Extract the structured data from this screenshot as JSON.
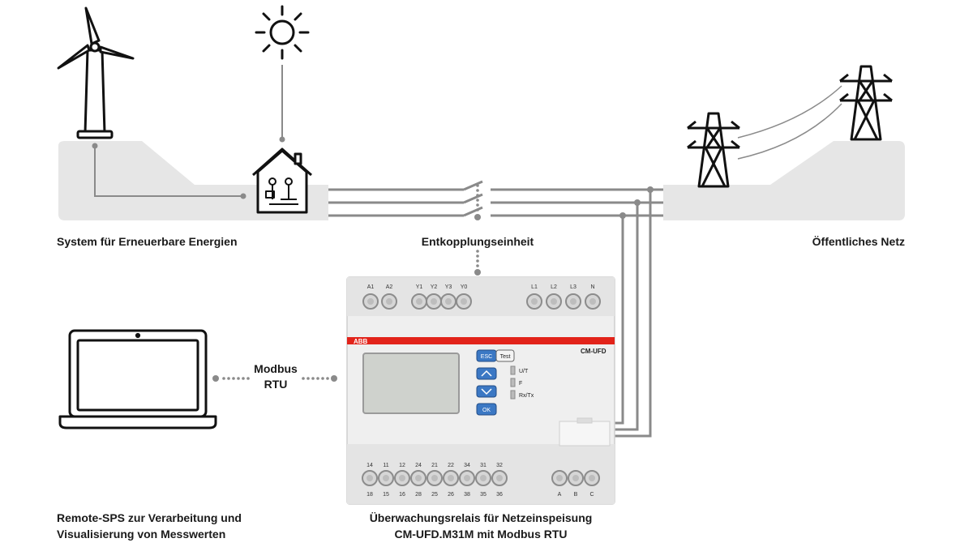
{
  "labels": {
    "renewable_system": "System für Erneuerbare Energien",
    "decoupling_unit": "Entkopplungseinheit",
    "public_grid": "Öffentliches Netz",
    "protocol_line1": "Modbus",
    "protocol_line2": "RTU",
    "plc_line1": "Remote-SPS zur Verarbeitung und",
    "plc_line2": "Visualisierung von Messwerten",
    "relay_line1": "Überwachungsrelais für Netzeinspeisung",
    "relay_line2": "CM-UFD.M31M mit Modbus RTU"
  },
  "device": {
    "brand": "ABB",
    "model": "CM-UFD",
    "top_terminals": [
      "A1",
      "A2",
      "Y1",
      "Y2",
      "Y3",
      "Y0",
      "L1",
      "L2",
      "L3",
      "N"
    ],
    "bottom_terminals_top_row": [
      "14",
      "11",
      "12",
      "24",
      "21",
      "22",
      "34",
      "31",
      "32"
    ],
    "bottom_terminals_bottom_row": [
      "18",
      "15",
      "16",
      "28",
      "25",
      "26",
      "38",
      "35",
      "36"
    ],
    "bus_terminals": [
      "A",
      "B",
      "C"
    ],
    "buttons": {
      "esc": "ESC",
      "test": "Test",
      "ok": "OK"
    },
    "leds": [
      "U/T",
      "F",
      "Rx/Tx"
    ]
  },
  "colors": {
    "ground": "#e6e6e6",
    "wire": "#8a8a8a",
    "accent_red": "#e2231a",
    "button_blue": "#3b78c4"
  },
  "icons": [
    "wind-turbine-icon",
    "sun-icon",
    "house-icon",
    "pylon-icon",
    "laptop-icon",
    "switch-icon"
  ]
}
